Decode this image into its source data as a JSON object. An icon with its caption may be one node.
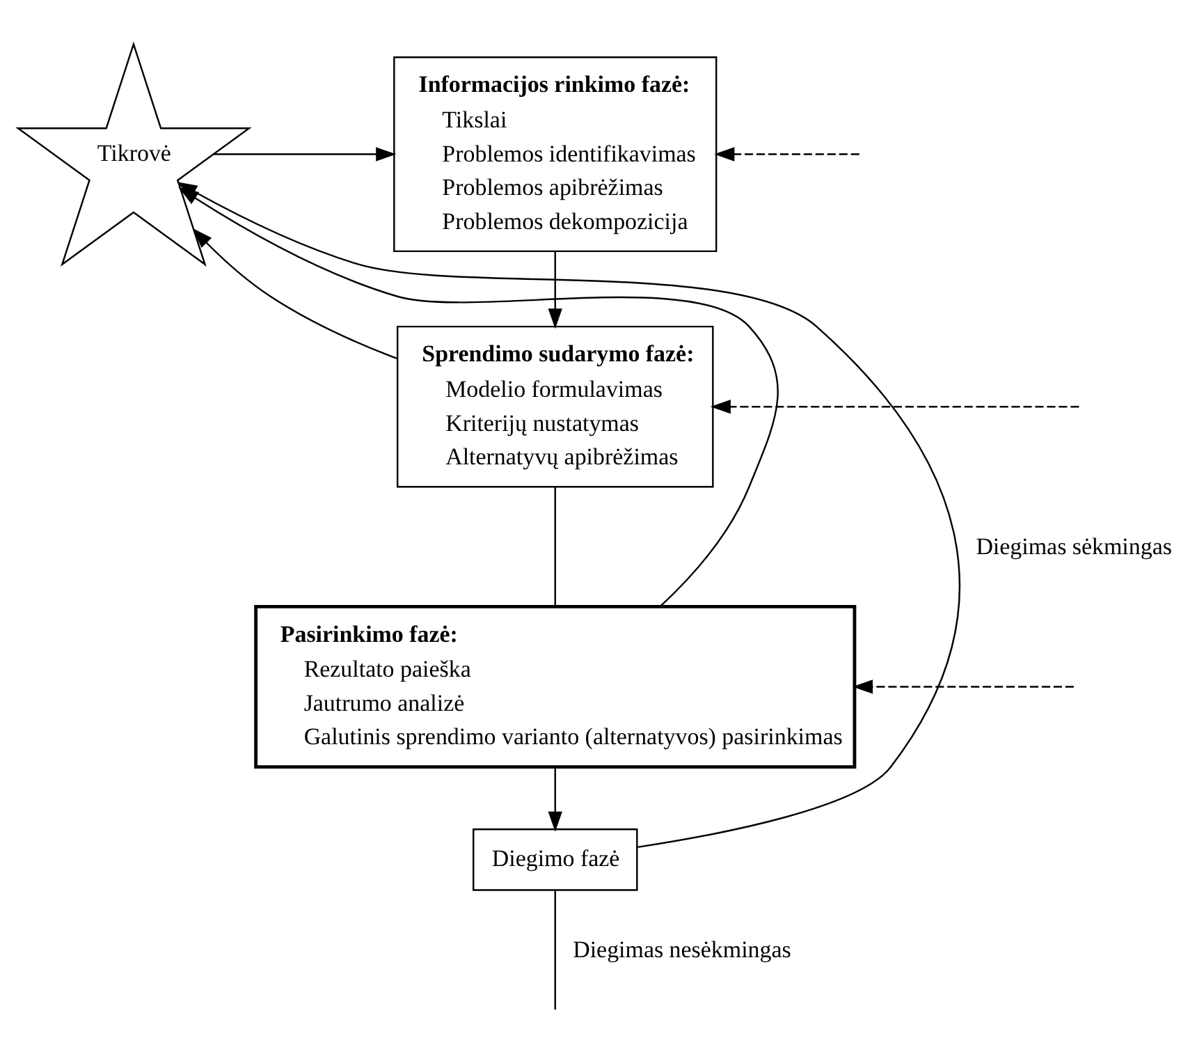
{
  "diagram": {
    "nodes": [
      {
        "text": [
          "Tikrovė"
        ]
      },
      {
        "text": [
          "Informacijos rinkimo fazė:",
          "Tikslai",
          "Problemos identifikavimas",
          "Problemos apibrėžimas",
          "Problemos dekompozicija"
        ]
      },
      {
        "text": [
          "Sprendimo sudarymo fazė:",
          "Modelio formulavimas",
          "Kriterijų nustatymas",
          "Alternatyvų apibrėžimas"
        ]
      },
      {
        "text": [
          "Pasirinkimo fazė:",
          "Rezultato paieška",
          "Jautrumo analizė",
          "Galutinis sprendimo varianto (alternatyvos) pasirinkimas"
        ]
      },
      {
        "text": [
          "Diegimo fazė"
        ]
      }
    ],
    "edges": [
      {
        "from": 0,
        "to": 1,
        "arrow": "to"
      },
      {
        "from": 1,
        "to": 2,
        "arrow": "to"
      },
      {
        "from": 2,
        "to": 0,
        "arrow": "to"
      },
      {
        "from": 2,
        "to": 3,
        "arrow": "none"
      },
      {
        "from": 3,
        "to": 0,
        "arrow": "to"
      },
      {
        "from": 3,
        "to": 4,
        "arrow": "to"
      },
      {
        "from": 4,
        "to": 0,
        "arrow": "to",
        "label": "Diegimas sėkmingas"
      },
      {
        "from": 4,
        "to": null,
        "arrow": "none",
        "label": "Diegimas nesėkmingas"
      },
      {
        "from": null,
        "to": 1,
        "arrow": "to",
        "style": "dashed"
      },
      {
        "from": null,
        "to": 2,
        "arrow": "to",
        "style": "dashed"
      },
      {
        "from": null,
        "to": 3,
        "arrow": "to",
        "style": "dashed"
      }
    ]
  }
}
